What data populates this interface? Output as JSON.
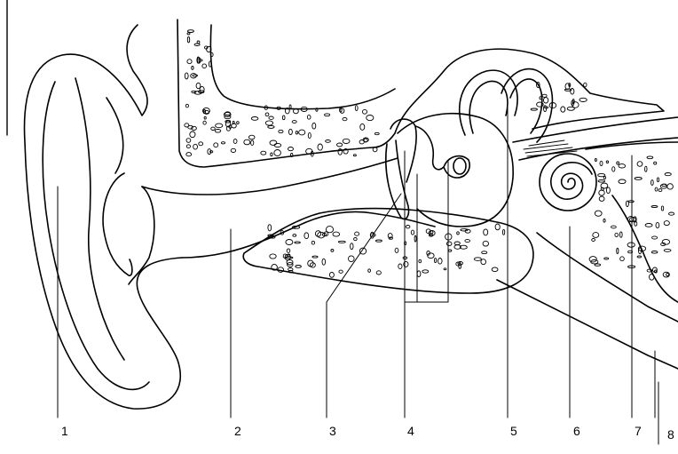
{
  "diagram": {
    "labels": [
      "1",
      "2",
      "3",
      "4",
      "5",
      "6",
      "7",
      "8"
    ],
    "colors": {
      "line": "#000000",
      "background": "#ffffff",
      "bone_dots": "#000000"
    }
  }
}
